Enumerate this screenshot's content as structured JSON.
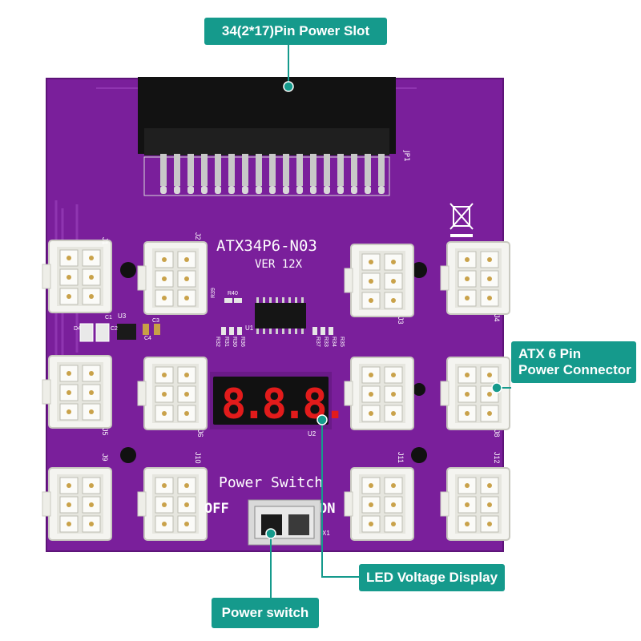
{
  "callouts": {
    "power_slot": "34(2*17)Pin Power Slot",
    "atx_line1": "ATX 6 Pin",
    "atx_line2": "Power Connector",
    "led_display": "LED Voltage Display",
    "power_switch": "Power switch"
  },
  "board": {
    "model": "ATX34P6-N03",
    "version": "VER 12X",
    "switch_title": "Power Switch",
    "off_label": "OFF",
    "on_label": "ON",
    "display_digits": "8.8.8.",
    "silkscreen": {
      "jp1": "JP1",
      "j1": "J1",
      "j2": "J2",
      "j3": "J3",
      "j4": "J4",
      "j5": "J5",
      "j6": "J6",
      "j8": "J8",
      "j9": "J9",
      "j10": "J10",
      "j11": "J11",
      "j12": "J12",
      "u1": "U1",
      "u2": "U2",
      "u3": "U3",
      "c1": "C1",
      "c2": "C2",
      "c3": "C3",
      "c4": "C4",
      "d4": "D4",
      "r39": "R39",
      "r40": "R40",
      "r31": "R31",
      "r32": "R32",
      "r30": "R30",
      "r36": "R36",
      "r33": "R33",
      "r34": "R34",
      "r35": "R35",
      "r37": "R37",
      "x1": "X1"
    }
  },
  "colors": {
    "pcb": "#7a1f9b",
    "callout": "#159a8c",
    "connector": "#f3f3ee",
    "segment": "#e21b1b"
  }
}
